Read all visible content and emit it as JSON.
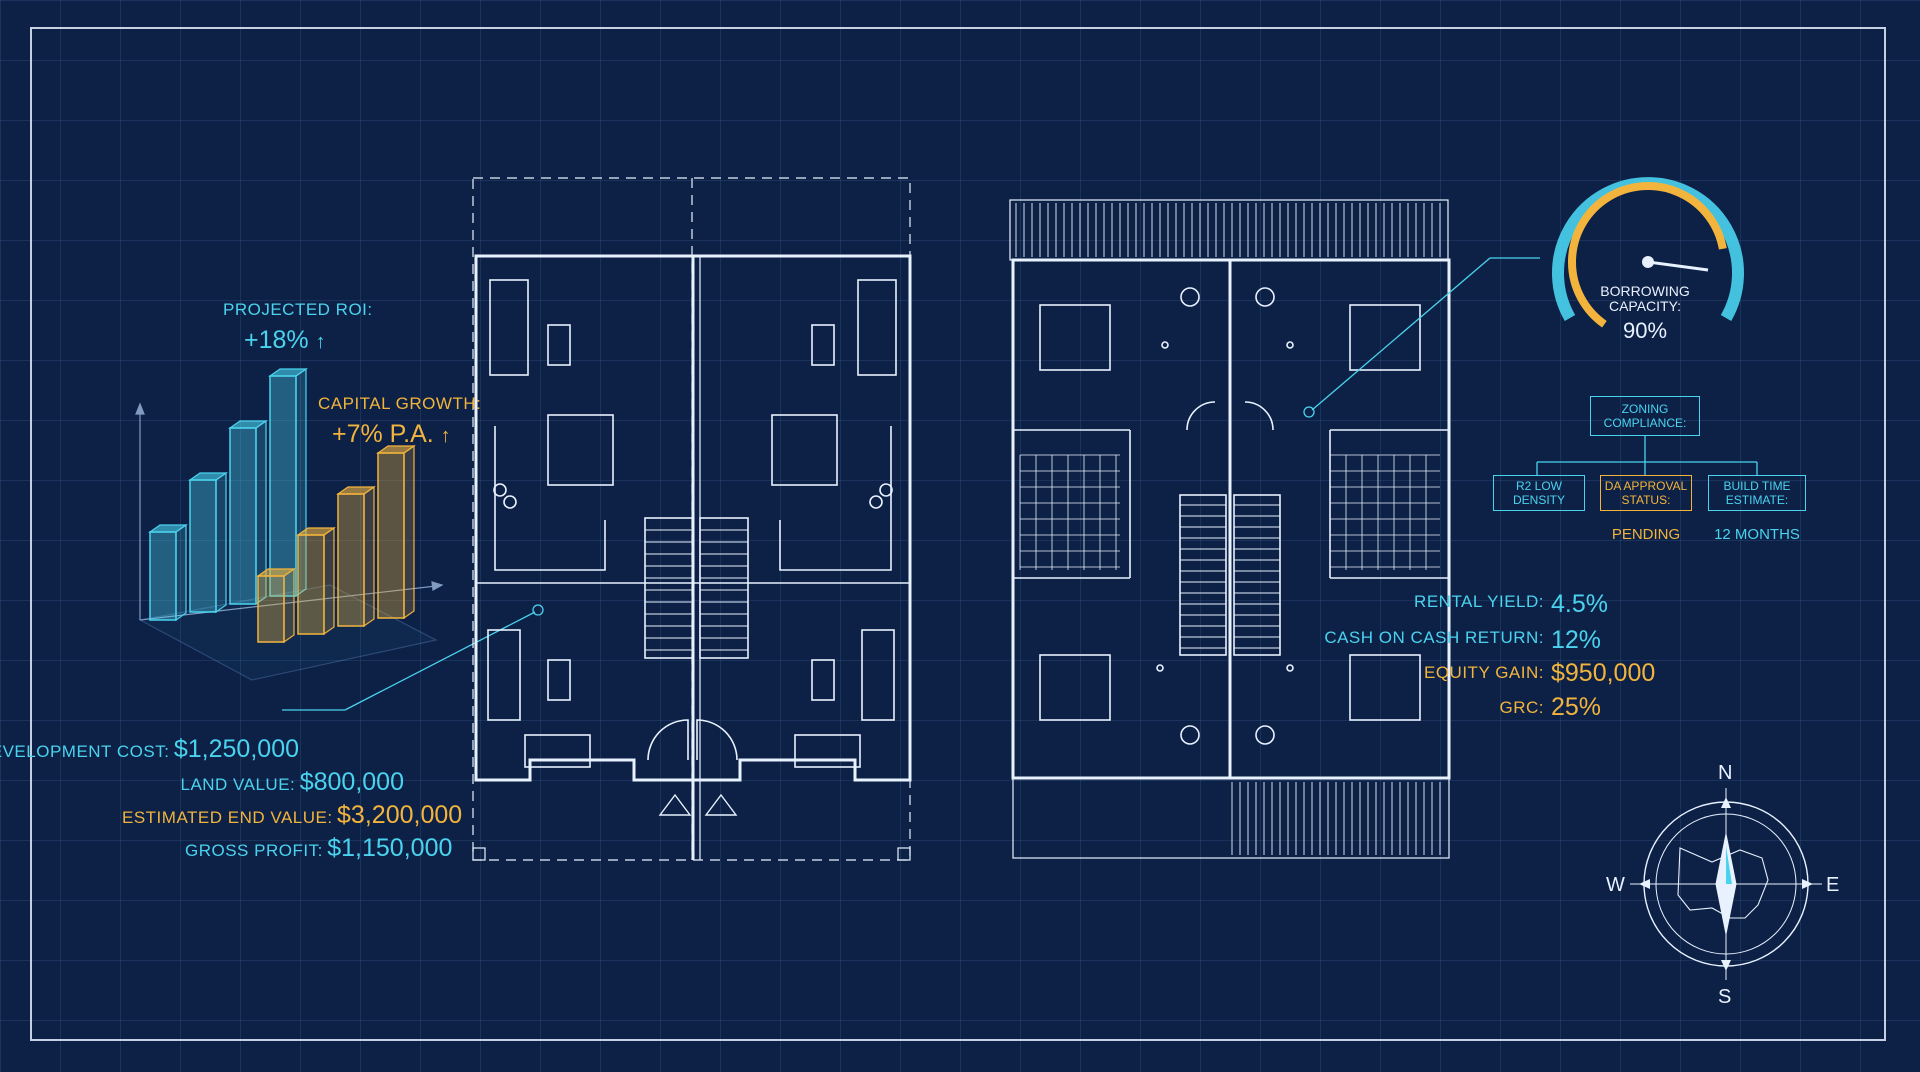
{
  "roi": {
    "label": "PROJECTED ROI:",
    "value": "+18%",
    "arrow": "↑"
  },
  "growth": {
    "label": "CAPITAL GROWTH:",
    "value": "+7% P.A.",
    "arrow": "↑"
  },
  "financials": [
    {
      "label": "DEVELOPMENT COST:",
      "value": "$1,250,000",
      "color": "cyan"
    },
    {
      "label": "LAND VALUE:",
      "value": "$800,000",
      "color": "cyan"
    },
    {
      "label": "ESTIMATED END VALUE:",
      "value": "$3,200,000",
      "color": "gold"
    },
    {
      "label": "GROSS PROFIT:",
      "value": "$1,150,000",
      "color": "cyan"
    }
  ],
  "gauge": {
    "label_line1": "BORROWING",
    "label_line2": "CAPACITY:",
    "value": "90%",
    "level": 0.9
  },
  "zoning": {
    "root": "ZONING COMPLIANCE:",
    "children": [
      {
        "title": "R2 LOW DENSITY",
        "value": ""
      },
      {
        "title": "DA APPROVAL STATUS:",
        "value": "PENDING"
      },
      {
        "title": "BUILD TIME ESTIMATE:",
        "value": "12 MONTHS"
      }
    ]
  },
  "returns": [
    {
      "label": "RENTAL YIELD:",
      "value": "4.5%",
      "color": "cyan"
    },
    {
      "label": "CASH ON CASH RETURN:",
      "value": "12%",
      "color": "cyan"
    },
    {
      "label": "EQUITY GAIN:",
      "value": "$950,000",
      "color": "gold"
    },
    {
      "label": "GRC:",
      "value": "25%",
      "color": "gold"
    }
  ],
  "compass": {
    "n": "N",
    "s": "S",
    "e": "E",
    "w": "W"
  },
  "colors": {
    "cyan": "#4ad3ee",
    "gold": "#f2b43c",
    "background": "#0d2147",
    "line": "#e8f2ff"
  },
  "chart_data": {
    "type": "bar",
    "series": [
      {
        "color": "cyan",
        "values": [
          4,
          6,
          8,
          10
        ]
      },
      {
        "color": "gold",
        "values": [
          3,
          4.5,
          6,
          7.5
        ]
      }
    ]
  }
}
